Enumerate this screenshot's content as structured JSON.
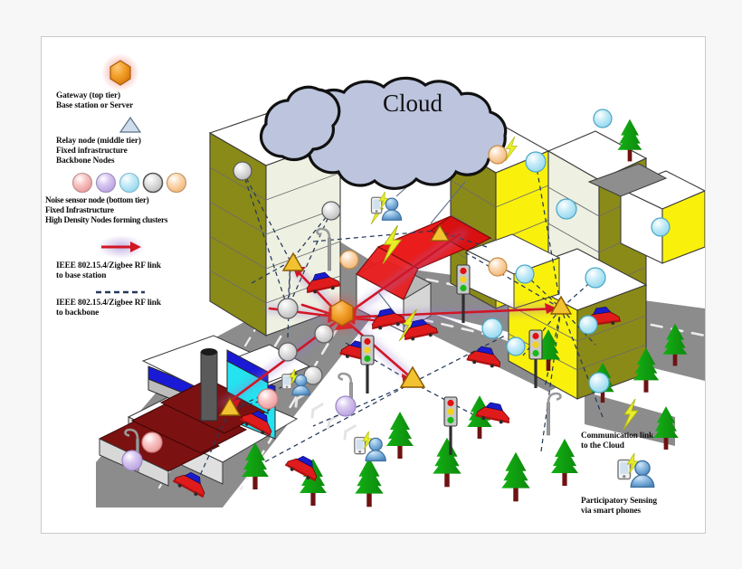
{
  "figure": {
    "kind": "isometric-smart-city-wsn-diagram",
    "cloud_label": "Cloud",
    "canvas_bg": "#ffffff",
    "page_bg": "#f7f7f7"
  },
  "legend": {
    "items": [
      {
        "id": "gateway",
        "icon": "hexagon-gateway-icon",
        "icon_color": "#f0921e",
        "glow_color": "#e8503a",
        "lines": [
          "Gateway (top tier)",
          "Base station or Server"
        ]
      },
      {
        "id": "relay",
        "icon": "triangle-relay-icon",
        "icon_color": "#c9d6e8",
        "lines": [
          "Relay node (middle tier)",
          "Fixed infrastructure",
          "Backbone Nodes"
        ]
      },
      {
        "id": "sensor",
        "icon": "sensor-node-swatches",
        "swatches": [
          "#f6b3b3",
          "#cfbde8",
          "#b6e8f6",
          "#d0d0d0",
          "#f8cfa0"
        ],
        "lines": [
          "Noise sensor node (bottom tier)",
          "Fixed Infrastructure",
          "High Density Nodes forming clusters"
        ]
      },
      {
        "id": "rf-to-base",
        "icon": "red-arrow-icon",
        "icon_color": "#d21524",
        "glow_color": "#b39ddb",
        "lines": [
          "IEEE 802.15.4/Zigbee RF link",
          "to base station"
        ]
      },
      {
        "id": "rf-to-backbone",
        "icon": "dashed-line-icon",
        "icon_color": "#253a5c",
        "lines": [
          "IEEE 802.15.4/Zigbee RF link",
          "to backbone"
        ]
      }
    ],
    "right": [
      {
        "id": "cloud-link",
        "icon": "lightning-bolt-icon",
        "icon_color": "#e8ef27",
        "lines": [
          "Communication link",
          "to  the Cloud"
        ]
      },
      {
        "id": "participatory",
        "icon": "person-with-smartphone-icon",
        "icon_color": "#6ba3d6",
        "lines": [
          "Participatory Sensing",
          "via smart phones"
        ]
      }
    ]
  },
  "palette": {
    "cloud_fill": "#bcc4de",
    "cloud_stroke": "#111111",
    "road": "#8c8c8c",
    "road_dark": "#7a7a7a",
    "road_mark": "#e9e9e9",
    "ground": "#ffffff",
    "bldg_olive": "#8a8a18",
    "bldg_cream": "#eef0e2",
    "bldg_yellow": "#f9f10c",
    "bldg_top": "#ffffff",
    "bldg_gray": "#8e8e8e",
    "factory_roof": "#7c1111",
    "factory_cyan": "#25e2f0",
    "factory_blue": "#1a1ad6",
    "stack": "#5a5a5a",
    "tree_green": "#17a317",
    "tree_trunk": "#6e1212",
    "car_red": "#e01b1b",
    "car_blue": "#1b1bcc",
    "rf_red": "#d21524",
    "rf_glow": "#b39ddb",
    "backbone_dash": "#253a5c",
    "bolt": "#e8ef27",
    "person": "#6ba3d6",
    "sensor_pink": "#f6b3b3",
    "sensor_lav": "#cfbde8",
    "sensor_cyan": "#b6e8f6",
    "sensor_gray": "#d8d8d8",
    "sensor_peach": "#f8cfa0",
    "gateway_orange": "#f0921e",
    "relay_yellow": "#f2c230"
  },
  "counts": {
    "buildings": 8,
    "trees": 14,
    "cars": 9,
    "traffic_lights": 4,
    "street_lamps": 4,
    "people": 3,
    "gateways": 1,
    "relays": 4
  }
}
